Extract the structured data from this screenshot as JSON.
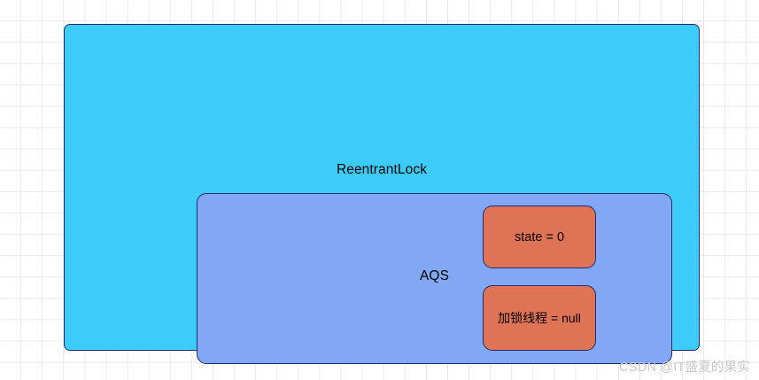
{
  "diagram": {
    "type": "nested-box-diagram",
    "canvas": {
      "background_color": "#ffffff",
      "grid_color": "#e9e9e9",
      "grid_size": 24
    },
    "outer_container": {
      "label": "ReentrantLock",
      "fill_color": "#3dccfa",
      "border_color": "#1f2d6e"
    },
    "inner_container": {
      "label": "AQS",
      "fill_color": "#82a8f5",
      "border_color": "#1f2d6e"
    },
    "fields": [
      {
        "label": "state = 0",
        "fill_color": "#df7355",
        "border_color": "#1f2d6e"
      },
      {
        "label": "加锁线程 = null",
        "fill_color": "#df7355",
        "border_color": "#1f2d6e"
      }
    ]
  },
  "watermark": {
    "text": "CSDN @IT盛夏的果实",
    "color": "#c9c9c9"
  }
}
